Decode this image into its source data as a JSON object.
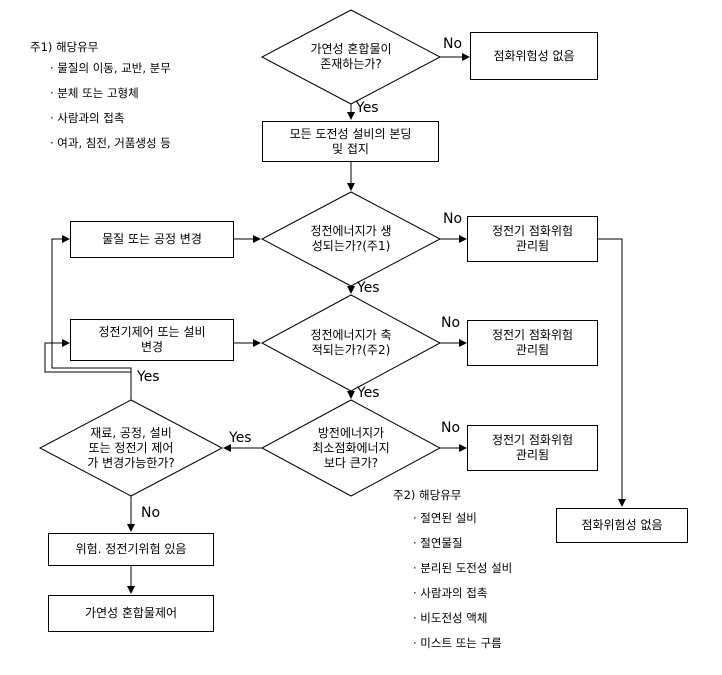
{
  "notes": {
    "note1": {
      "title": "주1) 해당유무",
      "items": [
        "· 물질의 이동, 교반, 분무",
        "· 분체 또는 고형체",
        "· 사람과의 접촉",
        "· 여과, 침전, 거품생성 등"
      ]
    },
    "note2": {
      "title": "주2) 해당유무",
      "items": [
        "· 절연된 설비",
        "· 절연물질",
        "· 분리된 도전성 설비",
        "· 사람과의 접촉",
        "· 비도전성 액체",
        "· 미스트 또는 구름"
      ]
    }
  },
  "nodes": {
    "d_flammable": "가연성 혼합물이\n존재하는가?",
    "b_no_hazard_top": "점화위험성 없음",
    "b_bonding": "모든 도전성 설비의 본딩\n및 접지",
    "d_generated": "정전에너지가 생\n성되는가?(주1)",
    "b_managed1": "정전기 점화위험\n관리됨",
    "b_change_material": "물질 또는 공정 변경",
    "d_accumulated": "정전에너지가 축\n적되는가?(주2)",
    "b_managed2": "정전기 점화위험\n관리됨",
    "b_static_control": "정전기제어 또는 설비\n변경",
    "d_discharge": "방전에너지가\n최소점화에너지\n보다 큰가?",
    "b_managed3": "정전기 점화위험\n관리됨",
    "d_changeable": "재료, 공정, 설비\n또는 정전기 제어\n가 변경가능한가?",
    "b_hazard_exists": "위험. 정전기위험 있음",
    "b_control_mixture": "가연성 혼합물제어",
    "b_no_hazard_bottom": "점화위험성 없음"
  },
  "labels": {
    "no_flammable": "No",
    "yes_flammable": "Yes",
    "no_generated": "No",
    "yes_generated": "Yes",
    "no_accumulated": "No",
    "yes_accumulated": "Yes",
    "no_discharge": "No",
    "yes_discharge": "Yes",
    "yes_changeable": "Yes",
    "no_changeable": "No"
  }
}
